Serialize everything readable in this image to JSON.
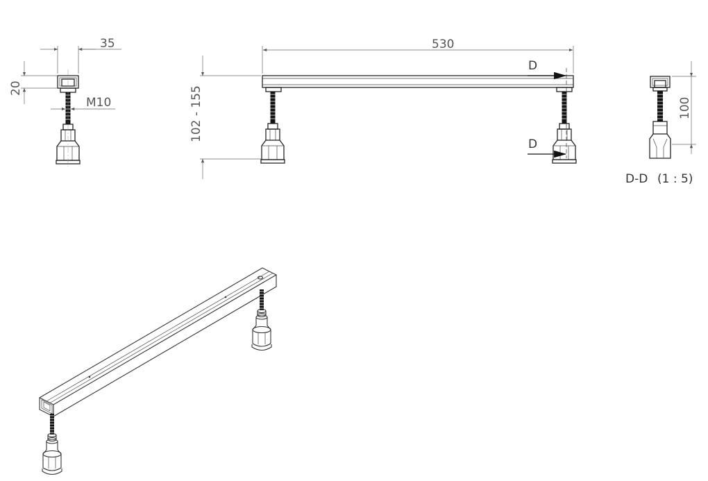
{
  "dimensions": {
    "width_side": "35",
    "height_side": "20",
    "thread": "M10",
    "length": "530",
    "height_range": "102 - 155",
    "section_height": "100"
  },
  "section": {
    "marker_top": "D",
    "marker_bottom": "D",
    "label": "D-D",
    "scale": "(1 : 5)"
  }
}
